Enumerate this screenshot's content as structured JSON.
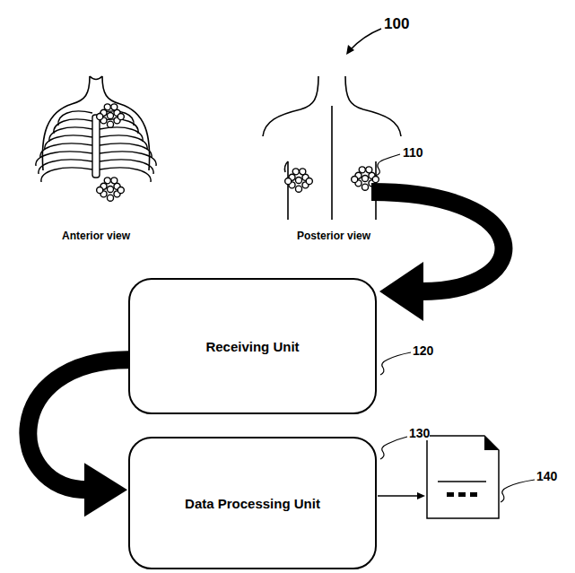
{
  "diagram": {
    "nodes": [
      {
        "text": [
          "Receiving Unit"
        ]
      },
      {
        "text": [
          "Data Processing Unit"
        ]
      }
    ],
    "edges": [
      {
        "from": 0,
        "to": 1,
        "arrow": "to"
      }
    ],
    "labels": [
      "100",
      "Anterior view",
      "Posterior view",
      "110",
      "120",
      "130",
      "140"
    ]
  }
}
